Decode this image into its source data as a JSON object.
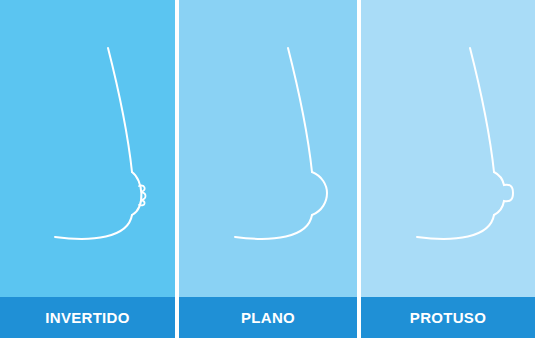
{
  "diagram": {
    "nodes": [
      {
        "text": [
          "INVERTIDO"
        ]
      },
      {
        "text": [
          "PLANO"
        ]
      },
      {
        "text": [
          "PROTUSO"
        ]
      }
    ]
  }
}
